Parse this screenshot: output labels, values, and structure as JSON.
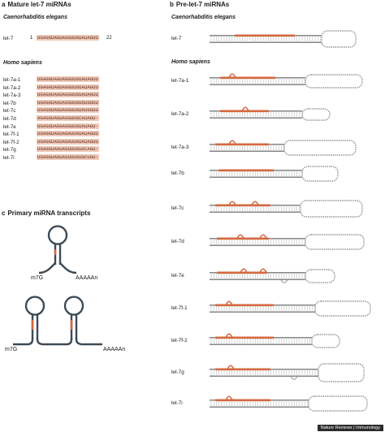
{
  "panel_a": {
    "letter": "a",
    "title": "Mature let-7 miRNAs",
    "species_1": "Caenorhabditis elegans",
    "species_2": "Homo sapiens",
    "celegans": {
      "label": "let-7",
      "start": "1",
      "end": "22",
      "sequence": "UGAGGUAGUAGGUUGUAUAGUU"
    },
    "human": [
      {
        "label": "let-7a-1",
        "sequence": "UGAGGUAGUAGGUUGUAUAGUU"
      },
      {
        "label": "let-7a-2",
        "sequence": "UGAGGUAGUAGGUUGUAUAGUU"
      },
      {
        "label": "let-7a-3",
        "sequence": "UGAGGUAGUAGGUUGUAUAGUU"
      },
      {
        "label": "let-7b",
        "sequence": "UGAGGUAGUAGGUUGUGUGGUU"
      },
      {
        "label": "let-7c",
        "sequence": "UGAGGUAGUAGGUUGUAUGGUU"
      },
      {
        "label": "let-7d",
        "sequence": "AGAGGUAGUAGGUUGCAUAGU-"
      },
      {
        "label": "let-7e",
        "sequence": "UGAGGUAGGAGGUUGUAUAGU-"
      },
      {
        "label": "let-7f-1",
        "sequence": "UGAGGUAGUAGAUUGUAUAGUU"
      },
      {
        "label": "let-7f-2",
        "sequence": "UGAGGUAGUAGAUUGUAUAGUU"
      },
      {
        "label": "let-7g",
        "sequence": "UGAGGUAGUAGUUUGUACAGU-"
      },
      {
        "label": "let-7i",
        "sequence": "UGAGGUAGUAGUUUGUGCUGU-"
      }
    ]
  },
  "panel_b": {
    "letter": "b",
    "title": "Pre-let-7 miRNAs",
    "species_1": "Caenorhabditis elegans",
    "species_2": "Homo sapiens",
    "celegans_label": "let-7",
    "human_labels": [
      "let-7a-1",
      "let-7a-2",
      "let-7a-3",
      "let-7b",
      "let-7c",
      "let-7d",
      "let-7e",
      "let-7f-1",
      "let-7f-2",
      "let-7g",
      "let-7i"
    ]
  },
  "panel_c": {
    "letter": "c",
    "title": "Primary miRNA transcripts",
    "cap_1": "m7G",
    "tail_1": "AAAAAn",
    "cap_2": "m7G",
    "tail_2": "AAAAAn"
  },
  "footer": "Nature Reviews | Immunology",
  "colors": {
    "mature_highlight": "#f1c9b8",
    "mature_strand": "#d5683f",
    "stem_line": "#5a5a5a",
    "loop_line": "#9a9a9a",
    "transcript_line": "#3d4a56"
  }
}
